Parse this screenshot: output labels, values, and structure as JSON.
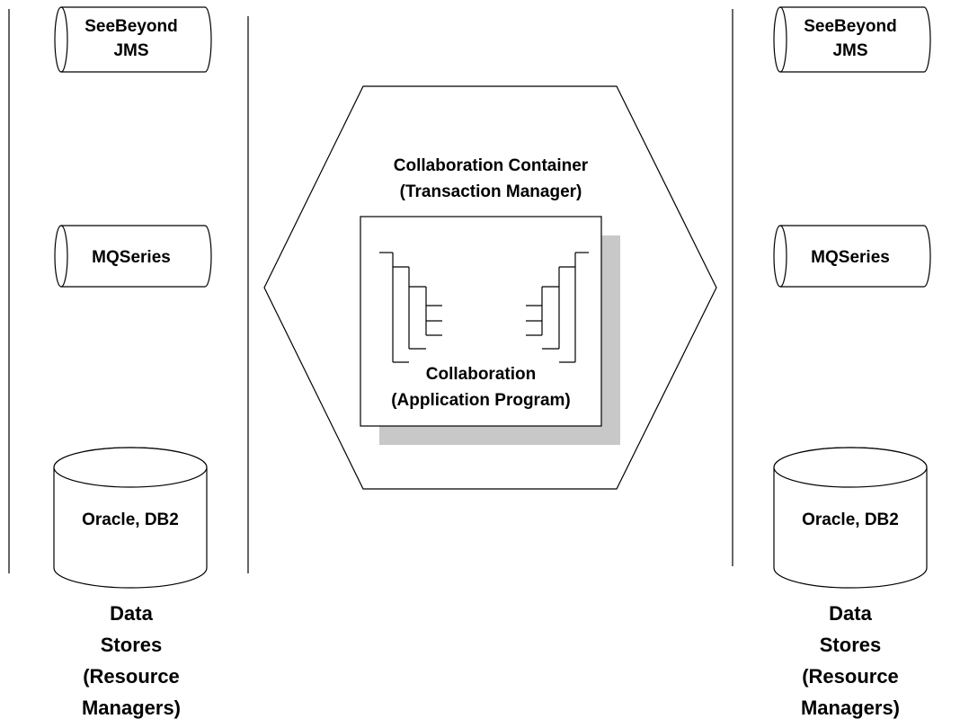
{
  "left_column": {
    "jms": [
      "SeeBeyond",
      "JMS"
    ],
    "mq": "MQSeries",
    "db": "Oracle, DB2",
    "caption": [
      "Data",
      "Stores",
      "(Resource",
      "Managers)"
    ]
  },
  "right_column": {
    "jms": [
      "SeeBeyond",
      "JMS"
    ],
    "mq": "MQSeries",
    "db": "Oracle, DB2",
    "caption": [
      "Data",
      "Stores",
      "(Resource",
      "Managers)"
    ]
  },
  "container": {
    "title": [
      "Collaboration Container",
      "(Transaction Manager)"
    ]
  },
  "collaboration": {
    "title": [
      "Collaboration",
      "(Application Program)"
    ]
  },
  "colors": {
    "stroke": "#000000",
    "background": "#ffffff",
    "shadow": "#c8c8c8"
  }
}
